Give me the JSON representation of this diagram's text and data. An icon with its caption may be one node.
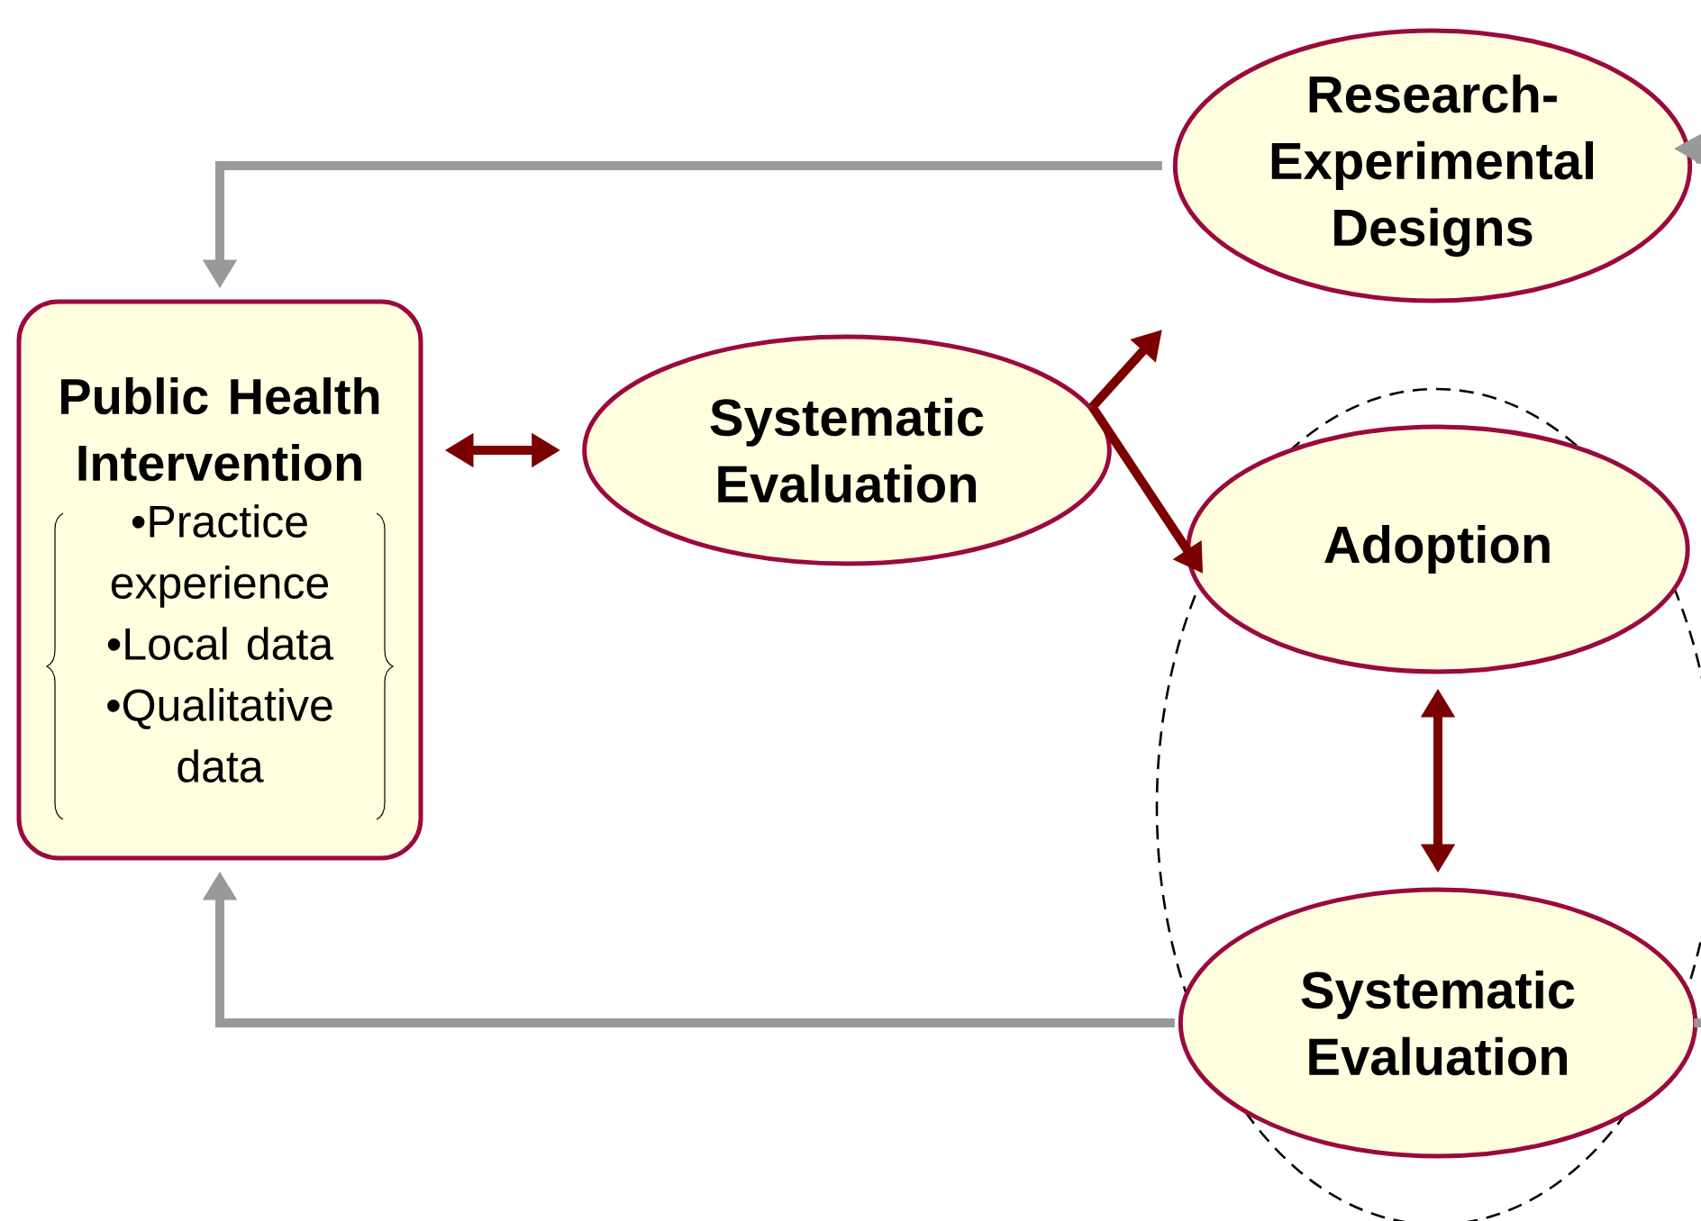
{
  "diagram": {
    "nodes": [
      {
        "text": [
          "Public Health Intervention",
          "•Practice experience",
          "•Local data",
          "•Qualitative data"
        ]
      },
      {
        "text": [
          "Systematic Evaluation"
        ]
      },
      {
        "text": [
          "Research-Experimental Designs"
        ]
      },
      {
        "text": [],
        "shape": "ellipse"
      },
      {
        "text": [
          "Adoption"
        ],
        "in": 3
      },
      {
        "text": [
          "Systematic Evaluation"
        ],
        "in": 3
      }
    ],
    "edges": [
      {
        "from": 0,
        "to": 1,
        "arrow": "both",
        "color": "#7b0000"
      },
      {
        "from": 1,
        "to": null,
        "arrow": "to",
        "color": "#7b0000"
      },
      {
        "from": 1,
        "to": 3,
        "arrow": "to",
        "color": "#7b0000"
      },
      {
        "from": 4,
        "to": 5,
        "arrow": "both",
        "color": "#7b0000"
      },
      {
        "from": 2,
        "to": 0,
        "arrow": "to",
        "color": "#999999"
      },
      {
        "from": null,
        "to": 2,
        "arrow": "to",
        "color": "#999999"
      },
      {
        "from": 5,
        "to": 0,
        "arrow": "to",
        "color": "#999999"
      },
      {
        "from": 5,
        "to": null,
        "arrow": "none",
        "color": "#999999"
      }
    ]
  }
}
